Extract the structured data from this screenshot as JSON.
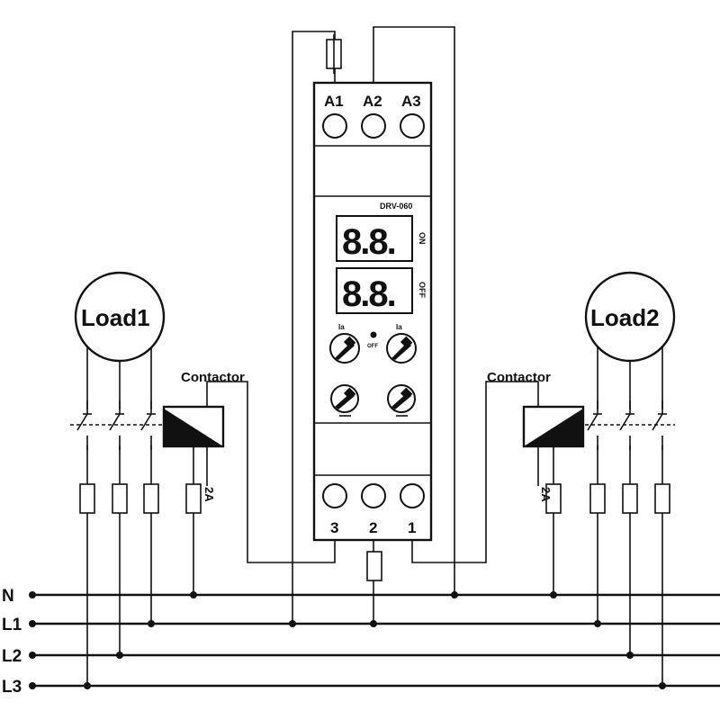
{
  "relay": {
    "model": "DRV-060",
    "top_terminals": [
      "A1",
      "A2",
      "A3"
    ],
    "bottom_terminals": [
      "3",
      "2",
      "1"
    ],
    "display_on_label": "ON",
    "display_off_label": "OFF",
    "knob_label_left": "Ia",
    "knob_label_right": "Ia",
    "led_label": "OFF",
    "display_digits": "8.8."
  },
  "loads": [
    {
      "label": "Load1"
    },
    {
      "label": "Load2"
    }
  ],
  "contactors": [
    {
      "label": "Contactor"
    },
    {
      "label": "Contactor"
    }
  ],
  "fuse_rating": "2A",
  "lines": [
    "N",
    "L1",
    "L2",
    "L3"
  ],
  "colors": {
    "ink": "#111111",
    "background": "#ffffff",
    "display_bg": "#ffffff"
  }
}
